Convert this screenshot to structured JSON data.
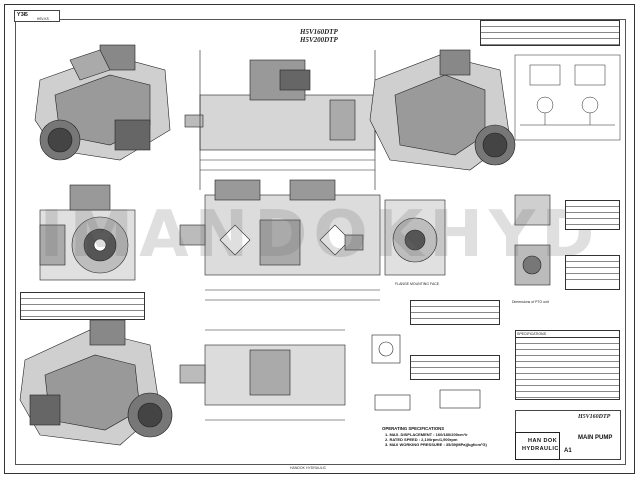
{
  "header": {
    "brand": "Ƴ3Ɨ5",
    "sub_code": "HSV-KS"
  },
  "model": {
    "line1": "H5V160DTP",
    "line2": "H5V200DTP"
  },
  "watermark": "IMANDOKHYD",
  "labels": {
    "flange_mounting_face": "FLANGE MOUNTING FACE",
    "dimensions_pto": "Dimensions of PTO unit"
  },
  "operating_specs": {
    "title": "OPERATING SPECIFICATIONS",
    "line1": "1. MAX. DISPLACEMENT : 160/180/200cm³/r",
    "line2": "2. RATED SPEED : 2,100rpm/1,900rpm",
    "line3": "3. MAX WORKING PRESSURE : 35/39(MPa)(kgf/cm²G)"
  },
  "spec_table": {
    "title": "SPECIFICATIONS"
  },
  "title_block": {
    "model": "H5V160DTP",
    "product": "MAIN PUMP",
    "company_line1": "HAN DOK",
    "company_line2": "HYDRAULIC",
    "scale_code": "A1"
  },
  "footer": {
    "text": "HANDOK HYDRAULIC"
  },
  "colors": {
    "line": "#222222",
    "watermark": "#8a8a8a"
  },
  "icons": [
    "pump-drawing",
    "schematic-diagram",
    "flange-view",
    "company-logo-icon"
  ]
}
